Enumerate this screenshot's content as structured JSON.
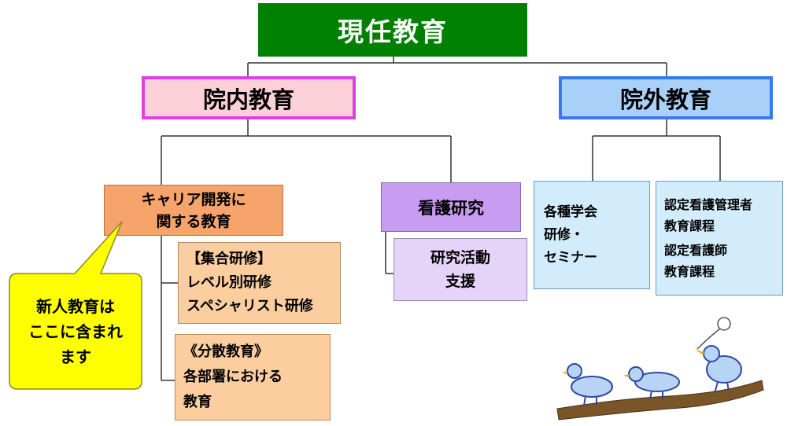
{
  "root": {
    "label": "現任教育",
    "color": "#008000"
  },
  "inhouse": {
    "label": "院内教育",
    "border": "#e040e0",
    "fill": "#fbd0d8"
  },
  "outhouse": {
    "label": "院外教育",
    "border": "#3a78f0",
    "fill": "#a8d0f8"
  },
  "career": {
    "lines": [
      "キャリア開発に",
      "関する教育"
    ],
    "fill": "#f7a46c"
  },
  "research": {
    "label": "看護研究",
    "fill": "#c89cf0"
  },
  "research_support": {
    "lines": [
      "研究活動",
      "支援"
    ],
    "fill": "#e6d4f8"
  },
  "group_training": {
    "lines": [
      "【集合研修】",
      "レベル別研修",
      "スペシャリスト研修"
    ],
    "fill": "#fbcd9f"
  },
  "distributed": {
    "lines": [
      "《分散教育》",
      "各部署における",
      "教育"
    ],
    "fill": "#fbcd9f"
  },
  "conferences": {
    "lines": [
      "各種学会",
      "研修・",
      "セミナー"
    ],
    "fill": "#d2ecfb"
  },
  "certified": {
    "lines": [
      "認定看護管理者",
      "教育課程",
      "認定看護師",
      "教育課程"
    ],
    "fill": "#d2ecfb"
  },
  "callout": {
    "lines": [
      "新人教育は",
      "ここに含まれ",
      "ます"
    ],
    "fill": "#ffff00"
  }
}
